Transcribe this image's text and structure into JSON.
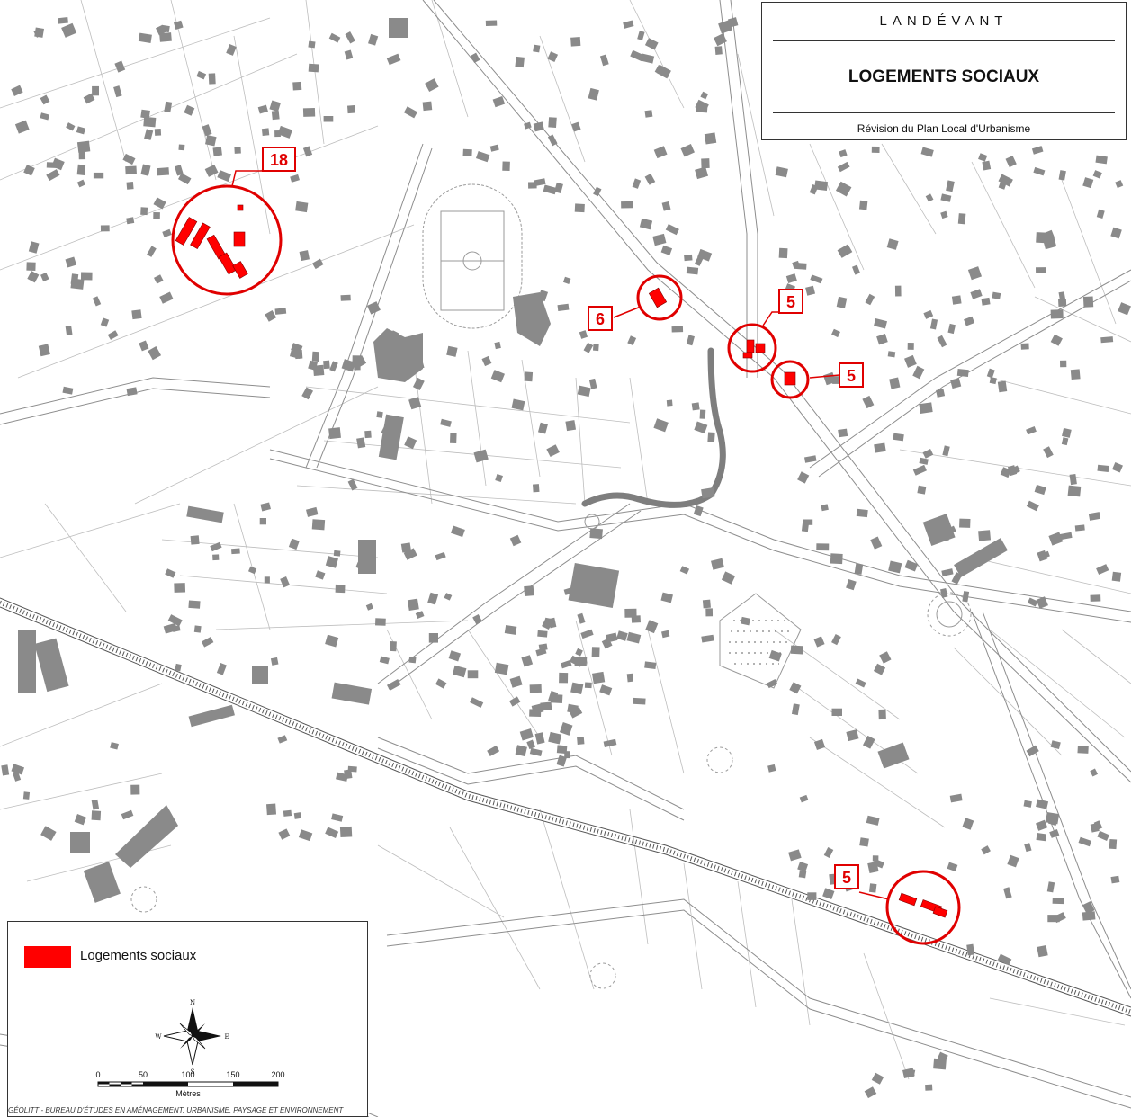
{
  "title": {
    "town": "LANDÉVANT",
    "heading": "LOGEMENTS SOCIAUX",
    "subtitle": "Révision du Plan Local d'Urbanisme"
  },
  "legend": {
    "label": "Logements sociaux",
    "color": "#ff0000"
  },
  "callouts": [
    {
      "label": "18"
    },
    {
      "label": "6"
    },
    {
      "label": "5"
    },
    {
      "label": "5"
    },
    {
      "label": "5"
    }
  ],
  "compass": {
    "n": "N",
    "s": "S",
    "e": "E",
    "w": "W"
  },
  "scale": {
    "ticks": [
      "0",
      "50",
      "100",
      "150",
      "200"
    ],
    "unit": "Mètres"
  },
  "credit": "GÉOLITT - BUREAU D'ÉTUDES EN AMÉNAGEMENT, URBANISME, PAYSAGE ET ENVIRONNEMENT",
  "colors": {
    "building": "#8a8a8a",
    "parcel_line": "#b0b0b0",
    "road_line": "#9a9a9a",
    "highlight": "#ff0000"
  }
}
